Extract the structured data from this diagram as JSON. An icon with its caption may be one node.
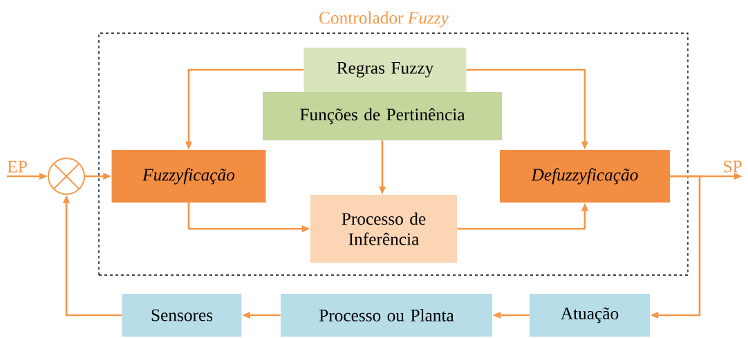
{
  "diagram": {
    "nodes": [
      {
        "text": [
          "Controlador *Fuzzy*"
        ]
      },
      {
        "text": [
          "Regras Fuzzy"
        ],
        "in": 0
      },
      {
        "text": [
          "Funções de Pertinência"
        ],
        "in": 0
      },
      {
        "text": [
          "Fuzzyficação"
        ],
        "in": 0
      },
      {
        "text": [
          "Processo de Inferência"
        ],
        "in": 0
      },
      {
        "text": [
          "Defuzzyficação"
        ],
        "in": 0
      },
      {
        "text": [],
        "shape": "circle"
      },
      {
        "text": [
          "EP"
        ]
      },
      {
        "text": [
          "SP"
        ]
      },
      {
        "text": [
          "Atuação"
        ]
      },
      {
        "text": [
          "Processo ou Planta"
        ]
      },
      {
        "text": [
          "Sensores"
        ]
      }
    ],
    "edges": [
      {
        "from": 7,
        "to": 6,
        "arrow": "to"
      },
      {
        "from": 6,
        "to": 3,
        "arrow": "to"
      },
      {
        "from": 1,
        "to": 3,
        "arrow": "to"
      },
      {
        "from": 1,
        "to": 5,
        "arrow": "to"
      },
      {
        "from": 2,
        "to": 4,
        "arrow": "to"
      },
      {
        "from": 3,
        "to": 4,
        "arrow": "to"
      },
      {
        "from": 4,
        "to": 5,
        "arrow": "to"
      },
      {
        "from": 5,
        "to": 8,
        "arrow": "to"
      },
      {
        "from": 5,
        "to": 9,
        "arrow": "to"
      },
      {
        "from": 9,
        "to": 10,
        "arrow": "to"
      },
      {
        "from": 10,
        "to": 11,
        "arrow": "to"
      },
      {
        "from": 11,
        "to": 6,
        "arrow": "to"
      }
    ]
  }
}
